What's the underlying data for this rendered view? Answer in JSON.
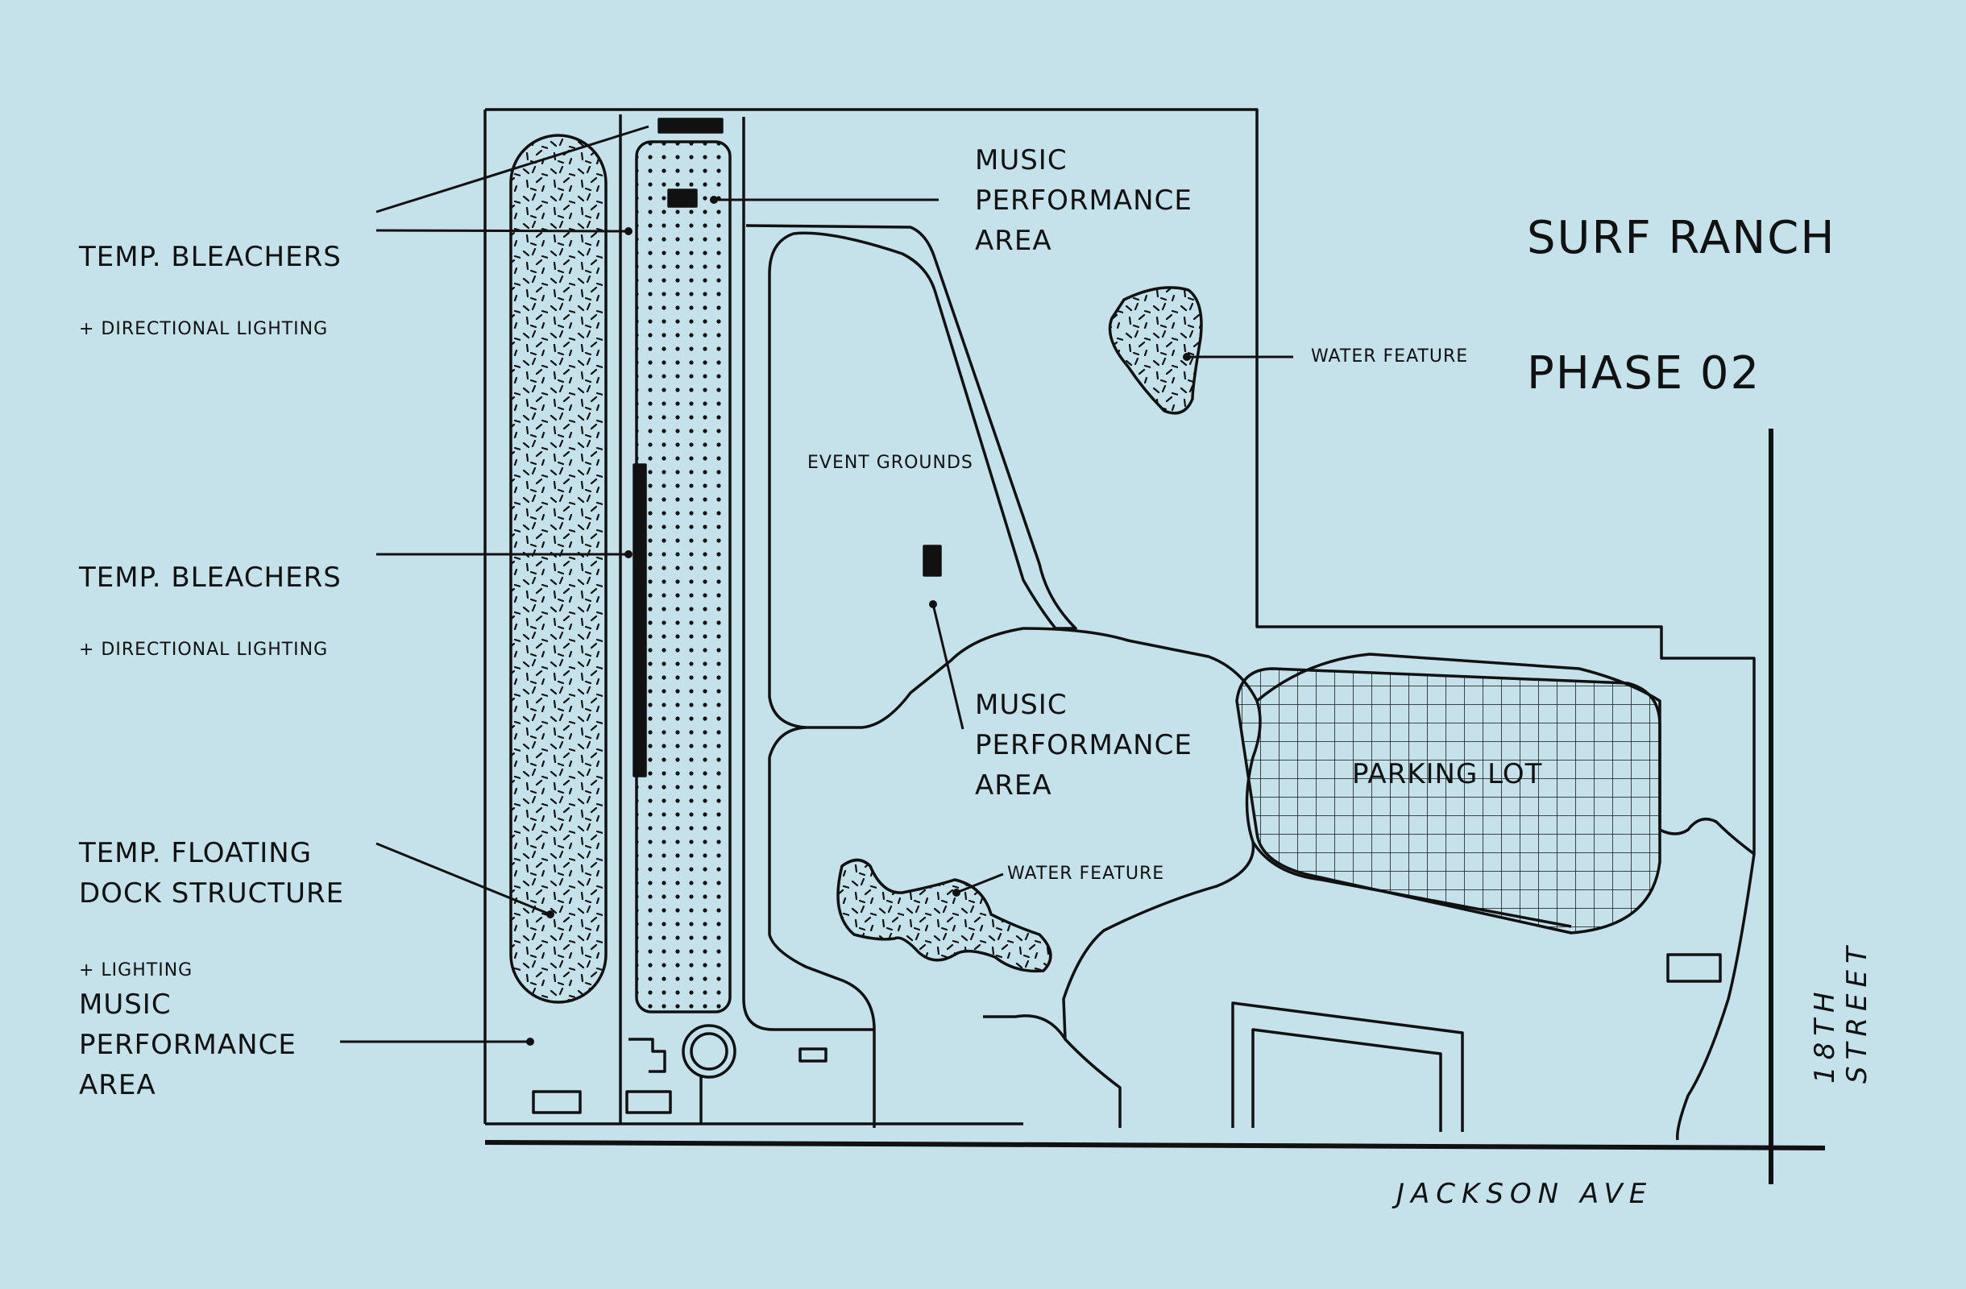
{
  "title": {
    "line1": "SURF RANCH",
    "line2": "PHASE 02"
  },
  "callouts": {
    "bleachers_top": {
      "label": "TEMP. BLEACHERS",
      "sub": "+ DIRECTIONAL LIGHTING"
    },
    "bleachers_mid": {
      "label": "TEMP. BLEACHERS",
      "sub": "+ DIRECTIONAL LIGHTING"
    },
    "floating_dock": {
      "label": "TEMP. FLOATING\nDOCK STRUCTURE",
      "sub": "+ LIGHTING"
    },
    "music_bottom_left": {
      "label": "MUSIC\nPERFORMANCE\nAREA"
    },
    "music_top": {
      "label": "MUSIC\nPERFORMANCE\nAREA"
    },
    "music_center": {
      "label": "MUSIC\nPERFORMANCE\nAREA"
    },
    "water_feature_top": {
      "label": "WATER FEATURE"
    },
    "water_feature_bottom": {
      "label": "WATER FEATURE"
    },
    "event_grounds": {
      "label": "EVENT GROUNDS"
    },
    "parking_lot": {
      "label": "PARKING LOT"
    }
  },
  "streets": {
    "jackson": "JACKSON AVE",
    "eighteenth": "18TH STREET"
  },
  "colors": {
    "background": "#c5e1ea",
    "ink": "#111111"
  }
}
